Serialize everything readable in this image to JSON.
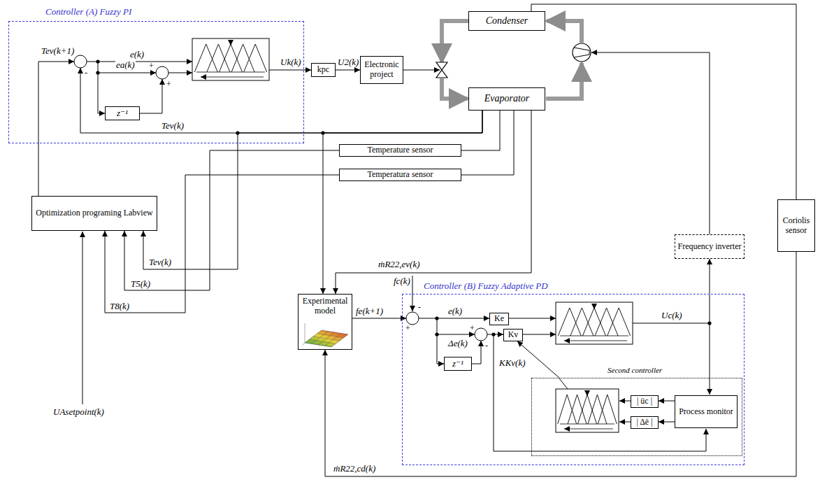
{
  "diagram": {
    "nodes": [
      {
        "text": [
          "Controller (A) Fuzzy PI"
        ]
      },
      {
        "text": [
          "z⁻¹"
        ],
        "in": 0
      },
      {
        "text": [
          "kpc"
        ]
      },
      {
        "text": [
          "Electronic project"
        ]
      },
      {
        "text": [
          "Condenser"
        ]
      },
      {
        "text": [
          "Evaporator"
        ]
      },
      {
        "text": [
          "Temperature sensor"
        ]
      },
      {
        "text": [
          "Temperatura sensor"
        ]
      },
      {
        "text": [
          "Optimization programing Labview"
        ]
      },
      {
        "text": [
          "Experimental model"
        ]
      },
      {
        "text": [
          "Controller (B) Fuzzy Adaptive PD"
        ]
      },
      {
        "text": [
          "z⁻¹"
        ],
        "in": 10
      },
      {
        "text": [
          "Ke"
        ],
        "in": 10
      },
      {
        "text": [
          "Kv"
        ],
        "in": 10
      },
      {
        "text": [
          "Second controller"
        ],
        "in": 10
      },
      {
        "text": [
          "| ūc |"
        ],
        "in": 14
      },
      {
        "text": [
          "| Δē |"
        ],
        "in": 14
      },
      {
        "text": [
          "Process monitor"
        ],
        "in": 14
      },
      {
        "text": [
          "Frequency inverter"
        ]
      },
      {
        "text": [
          "Coriolis sensor"
        ]
      }
    ],
    "edges": [
      {
        "from": 2,
        "to": 3,
        "arrow": "to",
        "label": "U2(k)"
      },
      {
        "from": 5,
        "to": 6,
        "arrow": "none"
      },
      {
        "from": 5,
        "to": 7,
        "arrow": "none"
      },
      {
        "from": 6,
        "to": 8,
        "arrow": "to",
        "label": "T5(k)"
      },
      {
        "from": 7,
        "to": 8,
        "arrow": "to",
        "label": "T8(k)"
      },
      {
        "from": 5,
        "to": 8,
        "arrow": "to",
        "label": "Tev(k)"
      },
      {
        "from": 5,
        "to": 0,
        "arrow": "to",
        "label": "Tev(k)"
      },
      {
        "from": 5,
        "to": 9,
        "arrow": "to",
        "label": "ṁR22,ev(k)"
      },
      {
        "from": 5,
        "to": 9,
        "arrow": "to"
      },
      {
        "from": 8,
        "to": 0,
        "arrow": "to",
        "label": "Tev(k+1)"
      },
      {
        "from": 9,
        "to": 10,
        "arrow": "to",
        "label": "fe(k+1)"
      },
      {
        "from": 10,
        "to": 18,
        "arrow": "to"
      },
      {
        "from": 14,
        "to": 13,
        "arrow": "to",
        "label": "KKv(k)"
      },
      {
        "from": 17,
        "to": 15,
        "arrow": "to"
      },
      {
        "from": 17,
        "to": 16,
        "arrow": "to"
      },
      {
        "from": 4,
        "to": 19,
        "arrow": "none"
      },
      {
        "from": 19,
        "to": 9,
        "arrow": "to",
        "label": "ṁR22,cd(k)"
      }
    ],
    "labels": [
      "+",
      "-",
      "e(k)",
      "+",
      "+",
      "ea(k)",
      "Uk(k)",
      "UAsetpoint(k)",
      "fc(k)",
      "+",
      "-",
      "e(k)",
      "+",
      "-",
      "Δe(k)",
      "Uc(k)"
    ]
  }
}
